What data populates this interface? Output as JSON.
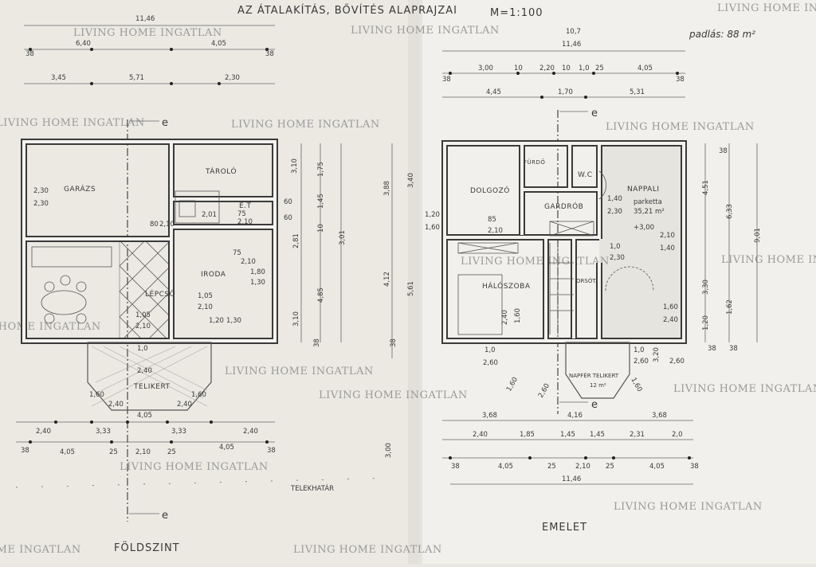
{
  "title": "AZ ÁTALAKÍTÁS, BŐVÍTÉS ALAPRAJZAI",
  "scale": "M=1:100",
  "watermark": "LIVING HOME INGATLAN",
  "attic_note": "padlás: 88 m²",
  "page_ref": "10,7",
  "section_marker": "e",
  "ground_floor": {
    "label": "FÖLDSZINT",
    "rooms": {
      "garage": "GARÁZS",
      "storage": "TÁROLÓ",
      "et": "E.T",
      "office": "IRODA",
      "stairs": "LÉPCSŐ",
      "winter_garden": "TELIKERT"
    },
    "plot_boundary": "TELEKHATÁR",
    "dims_top": [
      "11,46",
      "6,40",
      "4,05",
      "38",
      "38",
      "3,45",
      "5,71",
      "2,30"
    ],
    "dims_inner": [
      "2,30",
      "2,30",
      "80",
      "2,10",
      "75",
      "2,10",
      "2,01",
      "75",
      "2,10",
      "1,80",
      "1,30",
      "1,05",
      "2,10",
      "1,05",
      "2,10",
      "1,20",
      "1,30",
      "1,0",
      "2,40",
      "1,60",
      "1,60",
      "2,40",
      "2,40",
      "60",
      "60"
    ],
    "dims_vertical": [
      "3,10",
      "1,75",
      "1,45",
      "10",
      "2,81",
      "4,85",
      "3,01",
      "3,10",
      "3,88",
      "3,40",
      "4,12",
      "5,61",
      "38",
      "38"
    ],
    "dims_bottom": [
      "2,40",
      "3,33",
      "4,05",
      "3,33",
      "2,40",
      "38",
      "4,05",
      "25",
      "2,10",
      "25",
      "4,05",
      "38",
      "3,00"
    ]
  },
  "upper_floor": {
    "label": "EMELET",
    "rooms": {
      "study": "DOLGOZÓ",
      "bathroom": "FÜRDŐ",
      "wc": "W.C",
      "wardrobe": "GARDRÓB",
      "living": "NAPPALI",
      "living_floor": "parketta",
      "living_area": "35,21 m²",
      "bedroom": "HÁLÓSZOBA",
      "stair_core": "ORSÓT.",
      "sun_garden": "NAPFÉR TELIKERT",
      "sun_garden_area": "12 m²"
    },
    "level": "+3,00",
    "dims_top": [
      "11,46",
      "38",
      "3,00",
      "10",
      "2,20",
      "10",
      "1,0",
      "25",
      "4,05",
      "38",
      "4,45",
      "1,70",
      "5,31"
    ],
    "dims_inner": [
      "1,40",
      "2,30",
      "85",
      "2,10",
      "1,20",
      "1,60",
      "2,10",
      "1,40",
      "1,0",
      "2,30",
      "1,60",
      "2,40",
      "2,40",
      "1,60",
      "1,0",
      "2,60",
      "1,0",
      "2,60",
      "3,20",
      "2,60",
      "1,60",
      "2,60",
      "1,60"
    ],
    "dims_vertical": [
      "4,51",
      "6,33",
      "9,01",
      "3,30",
      "1,62",
      "1,20",
      "38",
      "38",
      "38"
    ],
    "dims_bottom": [
      "3,68",
      "4,16",
      "3,68",
      "2,40",
      "1,85",
      "1,45",
      "1,45",
      "2,31",
      "2,0",
      "38",
      "4,05",
      "25",
      "2,10",
      "25",
      "4,05",
      "38",
      "11,46"
    ]
  }
}
